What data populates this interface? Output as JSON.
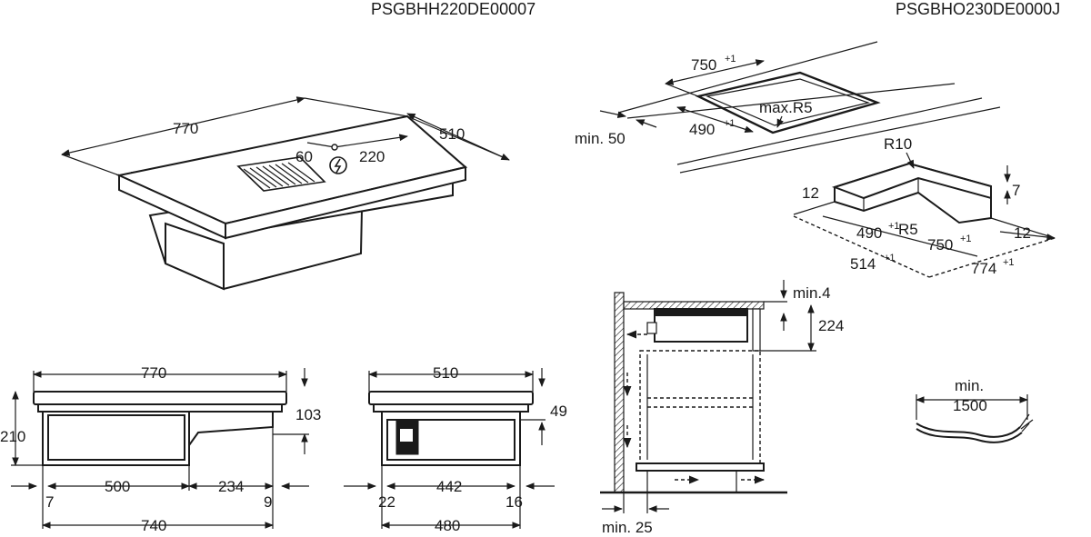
{
  "header": {
    "code_left": "PSGBHH220DE00007",
    "code_right": "PSGBHO230DE0000J"
  },
  "perspective_hob": {
    "width": "770",
    "depth": "510",
    "offset_a": "60",
    "offset_b": "220",
    "symbol": "power-connection"
  },
  "cutout_top": {
    "width": "750",
    "width_tol": "+1",
    "depth": "490",
    "depth_tol": "+1",
    "radius": "max.R5",
    "min_edge": "min. 50"
  },
  "cutout_detail": {
    "radius_outer": "R10",
    "radius_inner": "R5",
    "left_w": "12",
    "right_w": "12",
    "height": "7",
    "inner_depth": "490",
    "inner_depth_tol": "+1",
    "inner_width": "750",
    "inner_width_tol": "+1",
    "outer_depth": "514",
    "outer_depth_tol": "+1",
    "outer_width": "774",
    "outer_width_tol": "+1"
  },
  "side_view_front": {
    "top_width": "770",
    "height_total": "210",
    "top_thick": "103",
    "box_w": "500",
    "right_w": "234",
    "left_off": "7",
    "right_off": "9",
    "bottom_w": "740"
  },
  "side_view_side": {
    "top_width": "510",
    "height_mid": "49",
    "box_w": "442",
    "left_off": "22",
    "right_off": "16",
    "bottom_w": "480"
  },
  "install_section": {
    "min_top": "min.4",
    "height": "224",
    "min_wall": "min. 25"
  },
  "cable": {
    "label_line1": "min.",
    "label_line2": "1500"
  }
}
